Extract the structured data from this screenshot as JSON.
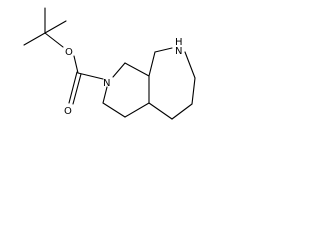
{
  "structure": {
    "atom_labels": {
      "O_ether": "O",
      "O_carbonyl": "O",
      "N_ring6": "N",
      "N_ring7": "N",
      "H_ring7": "H"
    },
    "bond_color": "#000000",
    "background": "#ffffff"
  }
}
